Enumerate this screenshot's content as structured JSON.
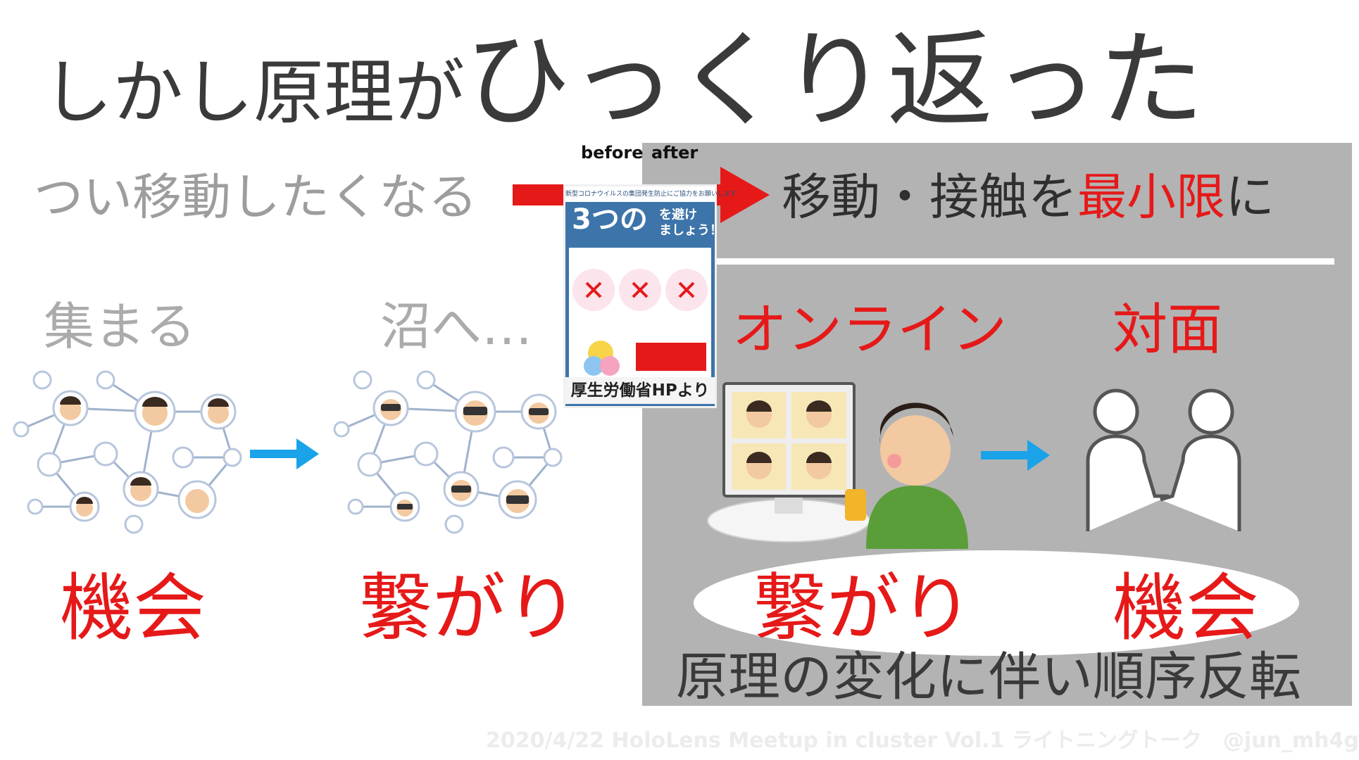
{
  "title": {
    "part1": "しかし原理が",
    "part2": "ひっくり返った"
  },
  "arrow_header": {
    "before": "before",
    "after": "after"
  },
  "before_side": {
    "phrase": "つい移動したくなる",
    "step1_label": "集まる",
    "step2_label": "沼へ…",
    "step1_word": "機会",
    "step2_word": "繋がり"
  },
  "after_side": {
    "phrase_prefix": "移動・接触を",
    "phrase_highlight": "最小限",
    "phrase_suffix": "に",
    "step1_label": "オンライン",
    "step2_label": "対面",
    "step1_word": "繋がり",
    "step2_word": "機会",
    "caption": "原理の変化に伴い順序反転"
  },
  "poster": {
    "top_text": "新型コロナウイルスの集団発生防止にご協力をお願いします",
    "number": "3つの",
    "headline": "を避け\nましょう！",
    "caption": "厚生労働省HPより"
  },
  "footer": "2020/4/22 HoloLens Meetup in cluster Vol.1 ライトニングトーク　@jun_mh4g",
  "colors": {
    "accent_red": "#e61919",
    "arrow_blue": "#1aa3e8",
    "panel_gray": "#b3b3b3"
  }
}
